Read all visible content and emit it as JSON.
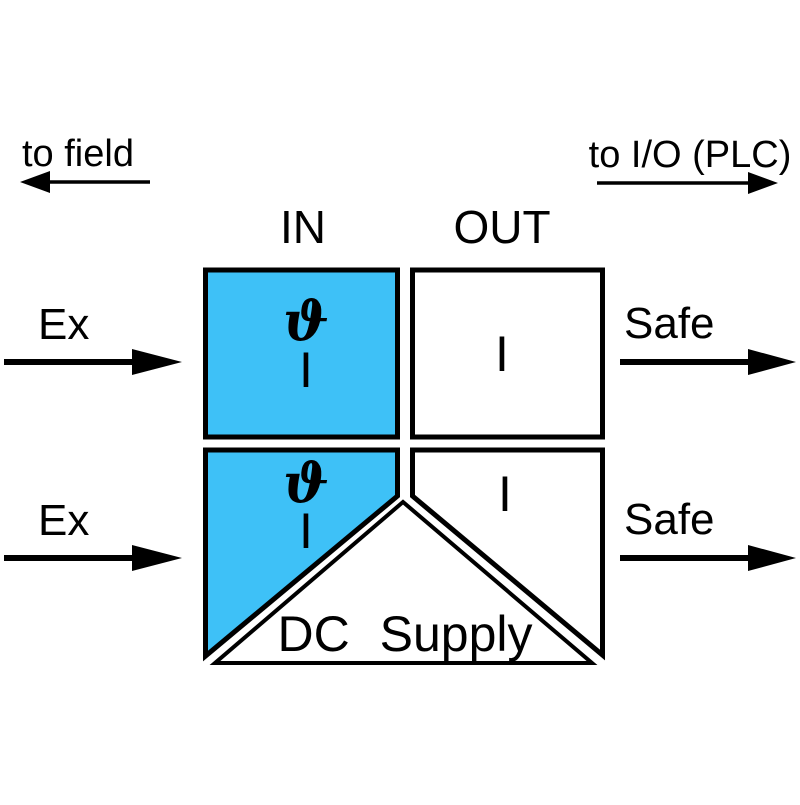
{
  "diagram": {
    "field_side": {
      "title": "to field",
      "arrow_direction": "left",
      "arrow_icon": "arrow-left-icon"
    },
    "io_side": {
      "title": "to I/O (PLC)",
      "arrow_direction": "right",
      "arrow_icon": "arrow-right-icon"
    },
    "columns": {
      "in": "IN",
      "out": "OUT"
    },
    "channels": [
      {
        "field_label": "Ex",
        "io_label": "Safe",
        "in_symbol_top": "ϑ",
        "in_symbol_bottom": "I",
        "out_symbol": "I"
      },
      {
        "field_label": "Ex",
        "io_label": "Safe",
        "in_symbol_top": "ϑ",
        "in_symbol_bottom": "I",
        "out_symbol": "I"
      }
    ],
    "power": {
      "label": "DC Supply"
    },
    "colors": {
      "ex_zone_fill": "#3EC1F7",
      "safe_zone_fill": "#FFFFFF",
      "line": "#000000",
      "background": "#FFFFFF"
    }
  }
}
